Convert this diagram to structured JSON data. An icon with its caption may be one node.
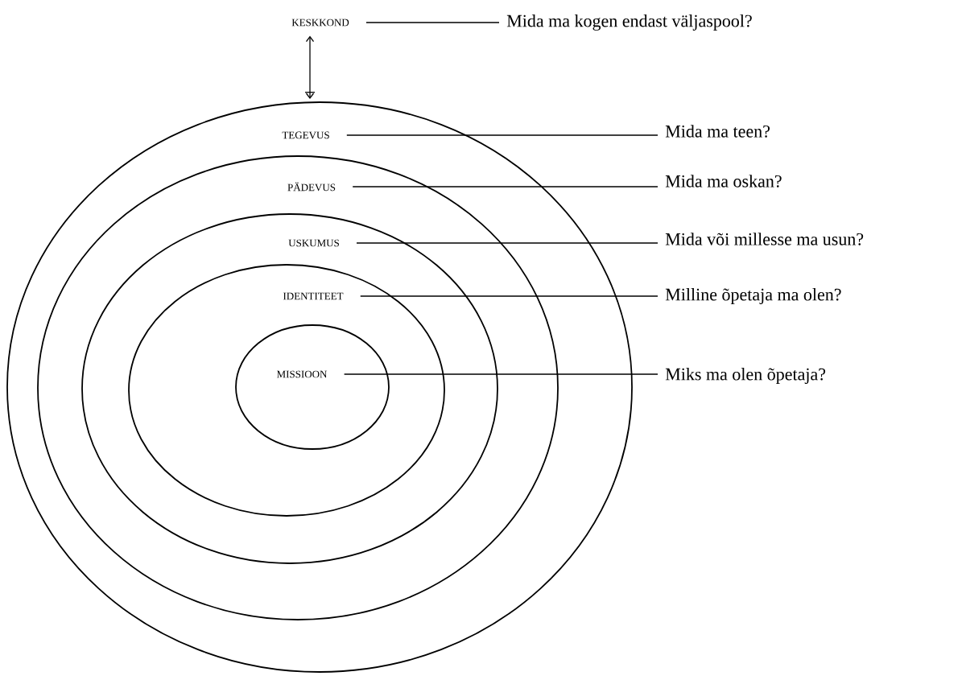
{
  "diagram": {
    "nodes": [
      {
        "text": [
          "KESKKOND"
        ]
      },
      {
        "text": [
          "Mida ma kogen endast väljaspool?"
        ]
      },
      {
        "text": [
          "TEGEVUS"
        ]
      },
      {
        "text": [
          "PÄDEVUS"
        ],
        "in": 2
      },
      {
        "text": [
          "USKUMUS"
        ],
        "in": 3
      },
      {
        "text": [
          "IDENTITEET"
        ],
        "in": 4
      },
      {
        "text": [
          "MISSIOON"
        ],
        "in": 5
      },
      {
        "text": [
          "Mida ma teen?"
        ]
      },
      {
        "text": [
          "Mida ma oskan?"
        ]
      },
      {
        "text": [
          "Mida või millesse ma usun?"
        ]
      },
      {
        "text": [
          "Milline õpetaja ma olen?"
        ]
      },
      {
        "text": [
          "Miks ma olen õpetaja?"
        ]
      }
    ],
    "edges": [
      {
        "from": 0,
        "to": 1,
        "arrow": "none"
      },
      {
        "from": 0,
        "to": 2,
        "arrow": "both"
      },
      {
        "from": 2,
        "to": 7,
        "arrow": "none"
      },
      {
        "from": 3,
        "to": 8,
        "arrow": "none"
      },
      {
        "from": 4,
        "to": 9,
        "arrow": "none"
      },
      {
        "from": 5,
        "to": 10,
        "arrow": "none"
      },
      {
        "from": 6,
        "to": 11,
        "arrow": "none"
      }
    ]
  }
}
